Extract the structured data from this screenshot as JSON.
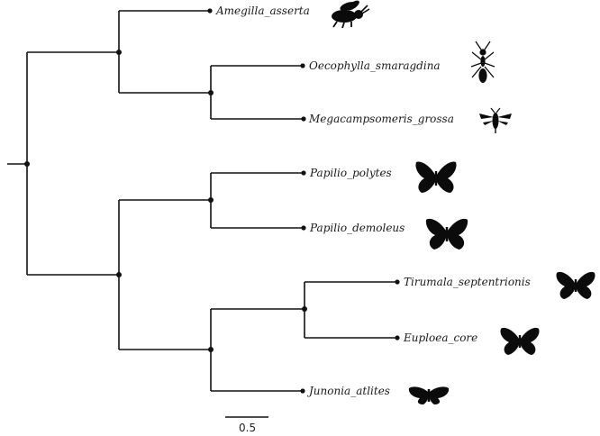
{
  "tree": {
    "tips": [
      {
        "label": "Amegilla_asserta",
        "icon": "bee-icon"
      },
      {
        "label": "Oecophylla_smaragdina",
        "icon": "ant-icon"
      },
      {
        "label": "Megacampsomeris_grossa",
        "icon": "wasp-icon"
      },
      {
        "label": "Papilio_polytes",
        "icon": "butterfly-icon"
      },
      {
        "label": "Papilio_demoleus",
        "icon": "butterfly-icon"
      },
      {
        "label": "Tirumala_septentrionis",
        "icon": "butterfly-icon"
      },
      {
        "label": "Euploea_core",
        "icon": "butterfly-icon"
      },
      {
        "label": "Junonia_atlites",
        "icon": "moth-icon"
      }
    ],
    "scale_bar": {
      "label": "0.5",
      "length": 0.5
    },
    "colors": {
      "branch": "#111111",
      "silhouette": "#0b0b0b"
    }
  }
}
